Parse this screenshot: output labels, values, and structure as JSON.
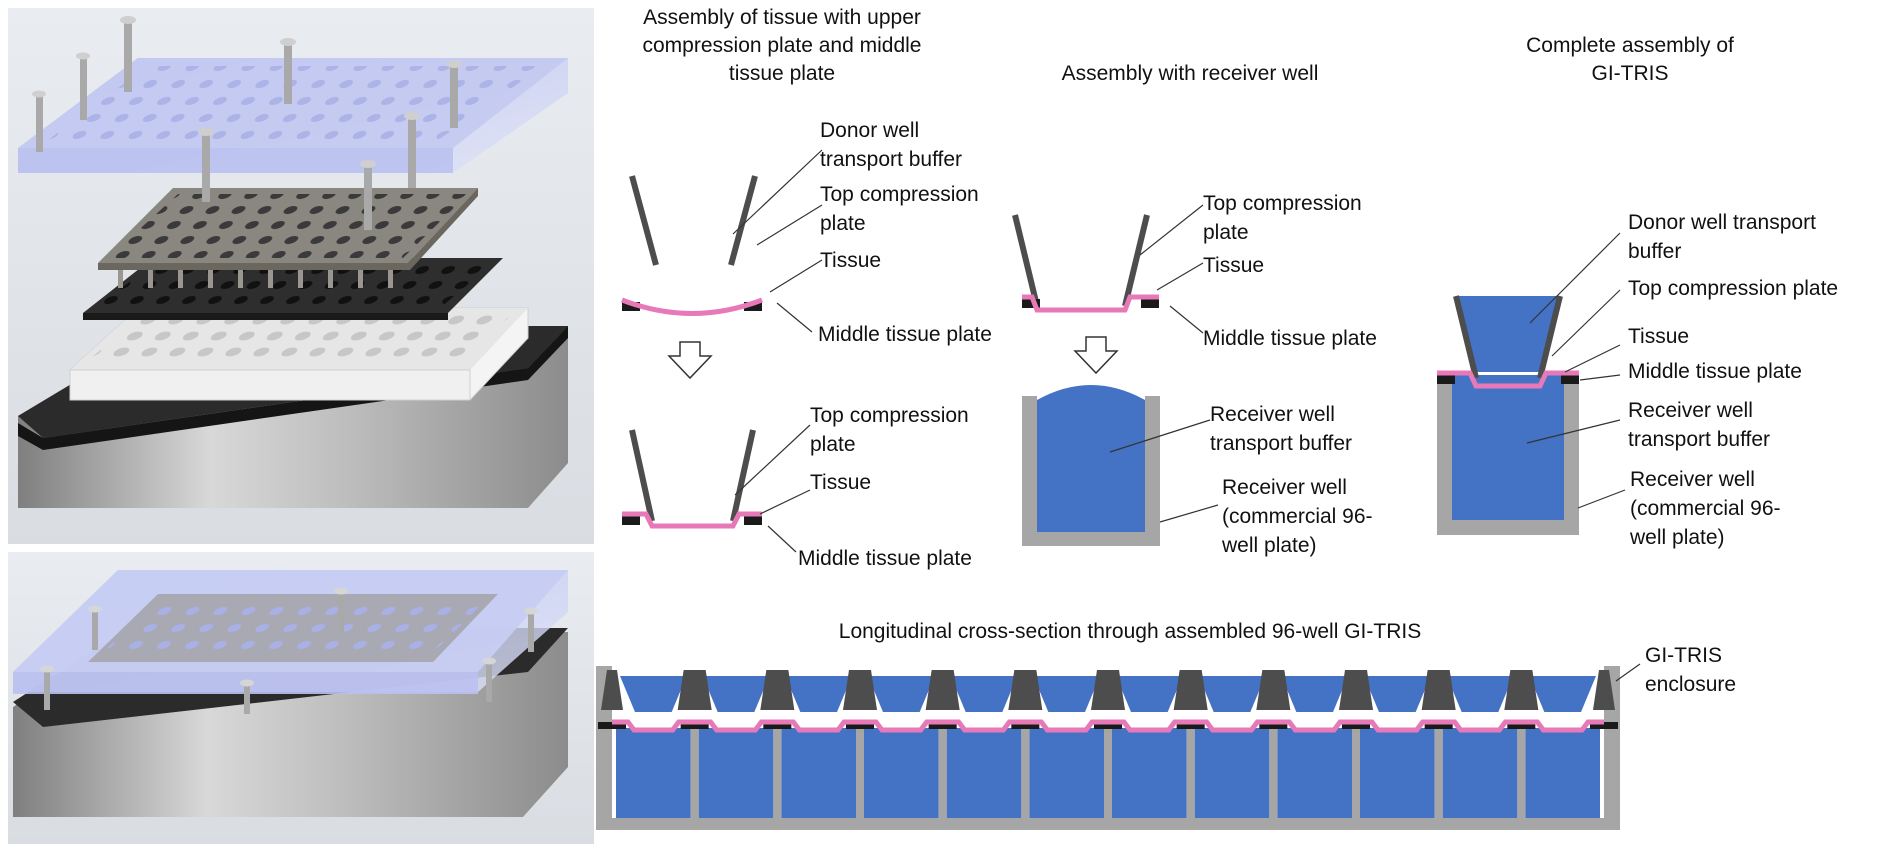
{
  "colors": {
    "buffer_blue": "#4472c4",
    "tissue_pink": "#e879b8",
    "plate_dark": "#4d4d4d",
    "plate_black": "#1a1a1a",
    "enclosure_gray": "#a6a6a6",
    "acrylic_blue": "#c9cff2",
    "metal_gray": "#9a9a9a"
  },
  "icons": {
    "step_arrow": "down-arrow-icon",
    "screw": "screw-icon"
  },
  "render": {
    "well_columns": 12,
    "well_rows": 8
  },
  "headers": {
    "step1": [
      "Assembly of tissue with upper",
      "compression plate and middle",
      "tissue plate"
    ],
    "step2": [
      "Assembly with receiver well"
    ],
    "step3": [
      "Complete assembly of",
      "GI-TRIS"
    ],
    "cross_section": [
      "Longitudinal cross-section through assembled 96-well GI-TRIS"
    ]
  },
  "step1_labels": {
    "donor_buffer": [
      "Donor well",
      "transport buffer"
    ],
    "top_plate": [
      "Top compression",
      "plate"
    ],
    "tissue": [
      "Tissue"
    ],
    "middle_plate": [
      "Middle tissue plate"
    ]
  },
  "step1b_labels": {
    "top_plate": [
      "Top compression",
      "plate"
    ],
    "tissue": [
      "Tissue"
    ],
    "middle_plate": [
      "Middle tissue plate"
    ]
  },
  "step2_labels": {
    "top_plate": [
      "Top compression",
      "plate"
    ],
    "tissue": [
      "Tissue"
    ],
    "middle_plate": [
      "Middle tissue plate"
    ],
    "receiver_buffer": [
      "Receiver well",
      "transport buffer"
    ],
    "receiver_well": [
      "Receiver well",
      "(commercial 96-",
      "well plate)"
    ]
  },
  "step3_labels": {
    "donor_buffer": [
      "Donor well transport",
      "buffer"
    ],
    "top_plate": [
      "Top compression plate"
    ],
    "tissue": [
      "Tissue"
    ],
    "middle_plate": [
      "Middle tissue plate"
    ],
    "receiver_buffer": [
      "Receiver well",
      "transport buffer"
    ],
    "receiver_well": [
      "Receiver well",
      "(commercial 96-",
      "well plate)"
    ]
  },
  "cross_section_labels": {
    "enclosure": [
      "GI-TRIS",
      "enclosure"
    ]
  }
}
